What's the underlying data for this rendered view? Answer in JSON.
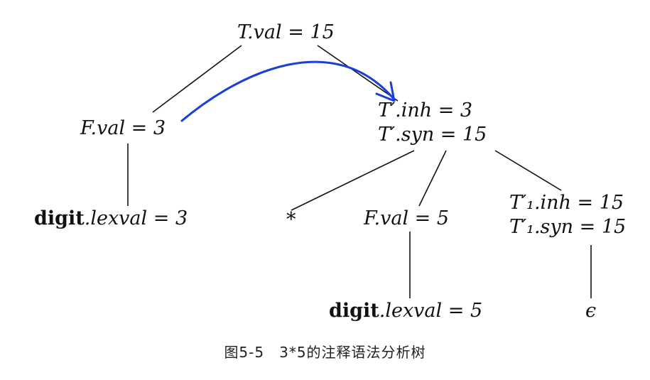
{
  "tree": {
    "root": {
      "text": "T.val = 15"
    },
    "f_left": {
      "text": "F.val = 3"
    },
    "tprime": {
      "inh": "T′.inh = 3",
      "syn": "T′.syn = 15"
    },
    "digit_left": {
      "text": "digit.lexval = 3"
    },
    "star": {
      "text": "*"
    },
    "f_right": {
      "text": "F.val = 5"
    },
    "t1prime": {
      "inh": "T′₁.inh = 15",
      "syn": "T′₁.syn = 15"
    },
    "digit_right": {
      "text": "digit.lexval = 5"
    },
    "epsilon": {
      "text": "ϵ"
    }
  },
  "arrow_color": "#1a3fd8",
  "caption": "图5-5　3*5的注释语法分析树"
}
